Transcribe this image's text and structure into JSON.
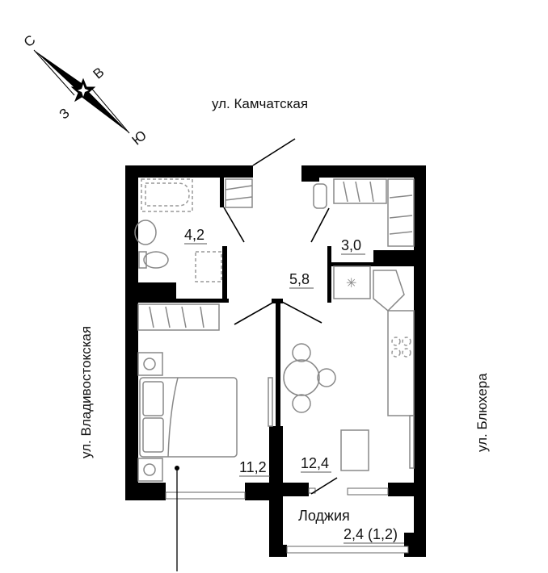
{
  "compass": {
    "north": "С",
    "east": "В",
    "west": "З",
    "south": "Ю"
  },
  "streets": {
    "top": "ул. Камчатская",
    "left": "ул. Владивостокская",
    "right": "ул. Блюхера"
  },
  "rooms": {
    "bathroom": "4,2",
    "hallway": "5,8",
    "wardrobe": "3,0",
    "bedroom": "11,2",
    "kitchen": "12,4",
    "loggia_name": "Лоджия",
    "loggia_area": "2,4 (1,2)"
  }
}
